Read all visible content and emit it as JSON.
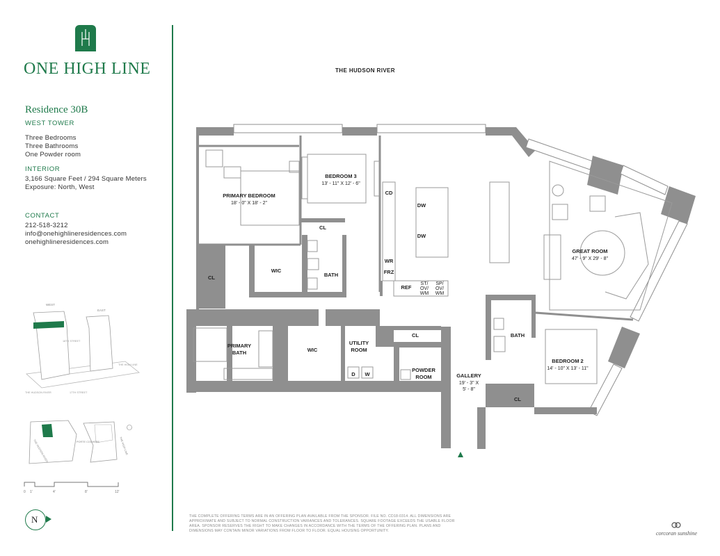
{
  "brand": {
    "name": "ONE HIGH LINE",
    "accent_color": "#1f7a4b"
  },
  "residence": {
    "title": "Residence 30B",
    "tower": "WEST TOWER",
    "features": [
      "Three Bedrooms",
      "Three Bathrooms",
      "One Powder room"
    ]
  },
  "interior": {
    "heading": "INTERIOR",
    "area": "3,166 Square Feet / 294 Square Meters",
    "exposure": "Exposure: North, West"
  },
  "contact": {
    "heading": "CONTACT",
    "phone": "212-518-3212",
    "email": "info@onehighlineresidences.com",
    "website": "onehighlineresidences.com"
  },
  "key_plan": {
    "building_labels": [
      "WEST",
      "EAST"
    ],
    "street_labels": [
      "18TH STREET",
      "17TH STREET",
      "THE HIGH LINE",
      "THE HUDSON RIVER"
    ],
    "site_labels": [
      "THE HUDSON RIVER",
      "PORTE COCHERE",
      "THE HIGH LINE"
    ]
  },
  "scale_bar": {
    "ticks": [
      "0",
      "1'",
      "4'",
      "8'",
      "12'"
    ]
  },
  "compass": {
    "label": "N"
  },
  "plan": {
    "water_label": "THE HUDSON RIVER",
    "rooms": [
      {
        "key": "primary_bedroom",
        "name": "PRIMARY BEDROOM",
        "dims": "18' - 0\" X 18' - 2\""
      },
      {
        "key": "bedroom_3",
        "name": "BEDROOM 3",
        "dims": "13' - 11\" X 12' - 6\""
      },
      {
        "key": "great_room",
        "name": "GREAT ROOM",
        "dims": "47' - 9\" X 29' - 8\""
      },
      {
        "key": "bedroom_2",
        "name": "BEDROOM 2",
        "dims": "14' - 10\" X 13' - 11\""
      },
      {
        "key": "gallery",
        "name": "GALLERY",
        "dims": "19' - 3\" X",
        "dims2": "5' - 8\""
      },
      {
        "key": "primary_bath",
        "name": "PRIMARY",
        "name2": "BATH"
      },
      {
        "key": "utility_room",
        "name": "UTILITY",
        "name2": "ROOM"
      },
      {
        "key": "powder_room",
        "name": "POWDER",
        "name2": "ROOM"
      }
    ],
    "small_labels": {
      "cl_bed3": "CL",
      "cl_left": "CL",
      "cl_utility": "CL",
      "cl_bed2": "CL",
      "wic_primary": "WIC",
      "wic_lower": "WIC",
      "bath_primary": "BATH",
      "bath_bed2": "BATH",
      "cd": "CD",
      "wr": "WR",
      "frz": "FRZ",
      "ref": "REF",
      "dw_top": "DW",
      "dw_bottom": "DW",
      "st_ov_wm_1": [
        "ST/",
        "OV/",
        "WM"
      ],
      "st_ov_wm_2": [
        "SP/",
        "OV/",
        "WM"
      ],
      "d": "D",
      "w": "W"
    }
  },
  "disclaimer": "THE COMPLETE OFFERING TERMS ARE IN AN OFFERING PLAN AVAILABLE FROM THE SPONSOR. FILE NO. CD18-0314. ALL DIMENSIONS ARE APPROXIMATE AND SUBJECT TO NORMAL CONSTRUCTION VARIANCES AND TOLERANCES. SQUARE FOOTAGE EXCEEDS THE USABLE FLOOR AREA. SPONSOR RESERVES THE RIGHT TO MAKE CHANGES IN ACCORDANCE WITH THE TERMS OF THE OFFERING PLAN. PLANS AND DIMENSIONS MAY CONTAIN MINOR VARIATIONS FROM FLOOR TO FLOOR. EQUAL HOUSING OPPORTUNITY.",
  "brokerage": "corcoran sunshine"
}
